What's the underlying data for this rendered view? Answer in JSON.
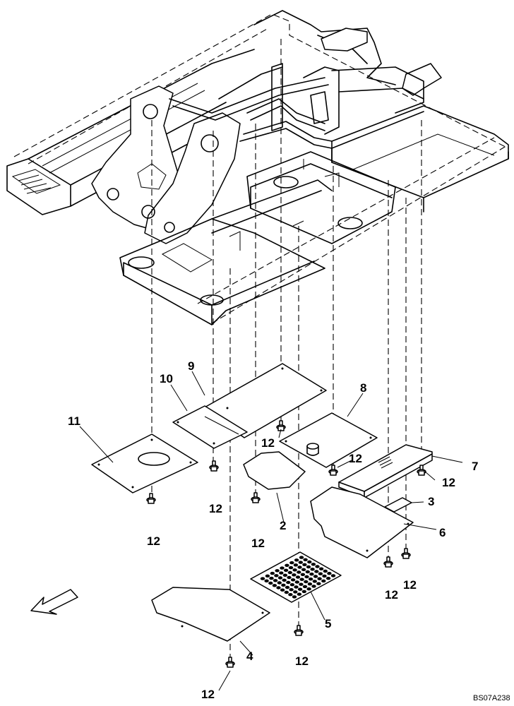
{
  "drawing_code": "BS07A238",
  "labels": {
    "part_2": "2",
    "part_3": "3",
    "part_4": "4",
    "part_5": "5",
    "part_6": "6",
    "part_7": "7",
    "part_8": "8",
    "part_9": "9",
    "part_10": "10",
    "part_11": "11",
    "bolt_12": "12"
  },
  "colors": {
    "line": "#000000",
    "background": "#ffffff"
  },
  "icons": {
    "direction": "front-direction-arrow-icon"
  }
}
